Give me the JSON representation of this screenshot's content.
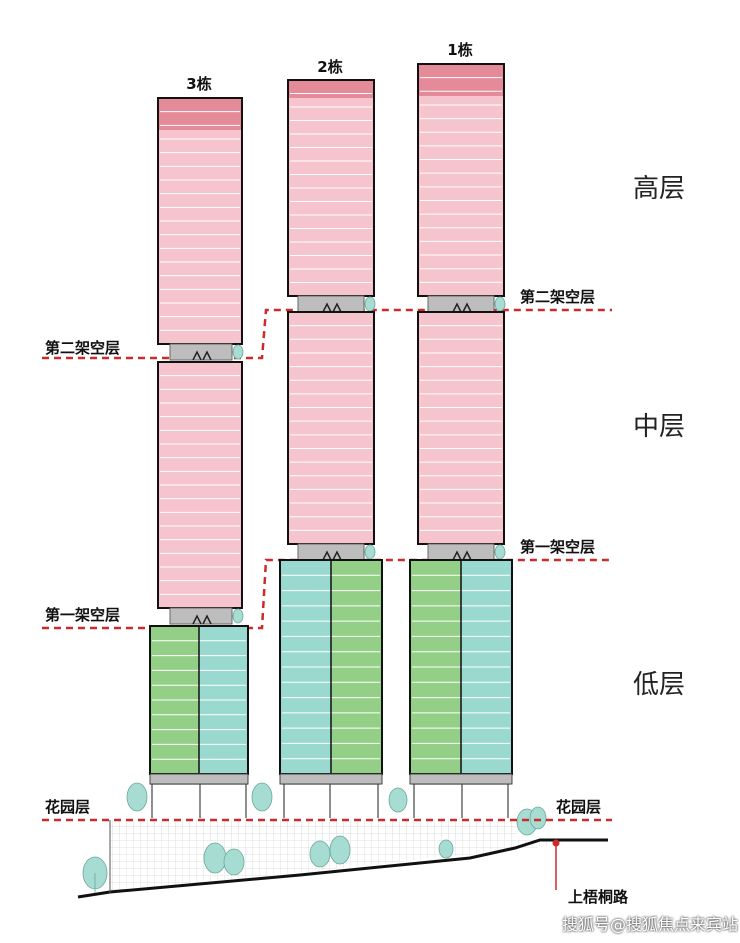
{
  "buildings": [
    {
      "label": "3栋"
    },
    {
      "label": "2栋"
    },
    {
      "label": "1栋"
    }
  ],
  "zones": {
    "high": "高层",
    "mid": "中层",
    "low": "低层"
  },
  "levels": {
    "second_stilt_left": "第二架空层",
    "second_stilt_right": "第二架空层",
    "first_stilt_left": "第一架空层",
    "first_stilt_right": "第一架空层",
    "garden_left": "花园层",
    "garden_right": "花园层"
  },
  "road": "上梧桐路",
  "watermark": "搜狐号@搜狐焦点来宾站",
  "colors": {
    "pink": "#f6c4cc",
    "pink_dark": "#e58a98",
    "green": "#93cf86",
    "teal": "#9ad9cf",
    "stilt_gray": "#bdbdbd",
    "dashed_red": "#cc2b2b",
    "tree": "#a6dcd2"
  }
}
